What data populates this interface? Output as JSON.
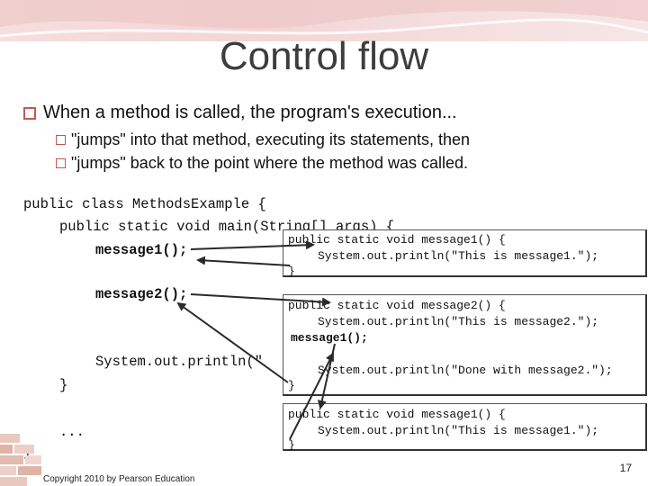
{
  "slide": {
    "title": "Control flow",
    "bullet": "When a method is called, the program's execution...",
    "subbullets": [
      "\"jumps\" into that method, executing its statements, then",
      "\"jumps\" back to the point where the method was called."
    ],
    "code": {
      "l1": "public class MethodsExample {",
      "l2": "public static void main(String[] args) {",
      "l3": "message1();",
      "l4": "message2();",
      "l5": "System.out.println(\"",
      "l6": "}",
      "l7": "...",
      "l8": "}"
    },
    "popup1": {
      "header": "public static void message1() {",
      "body": "System.out.println(\"This is message1.\");",
      "close": "}"
    },
    "popup2": {
      "header": "public static void message2() {",
      "body1": "System.out.println(\"This is message2.\");",
      "call": "message1();",
      "body2": "System.out.println(\"Done with message2.\");",
      "close": "}"
    },
    "popup3": {
      "header": "public static void message1() {",
      "body": "System.out.println(\"This is message1.\");",
      "close": "}"
    },
    "footer": "Copyright 2010 by Pearson Education",
    "page_number": "17"
  },
  "colors": {
    "accent": "#c05a4f",
    "banner": "#f3d6d6",
    "arrow": "#2a2a2a"
  }
}
